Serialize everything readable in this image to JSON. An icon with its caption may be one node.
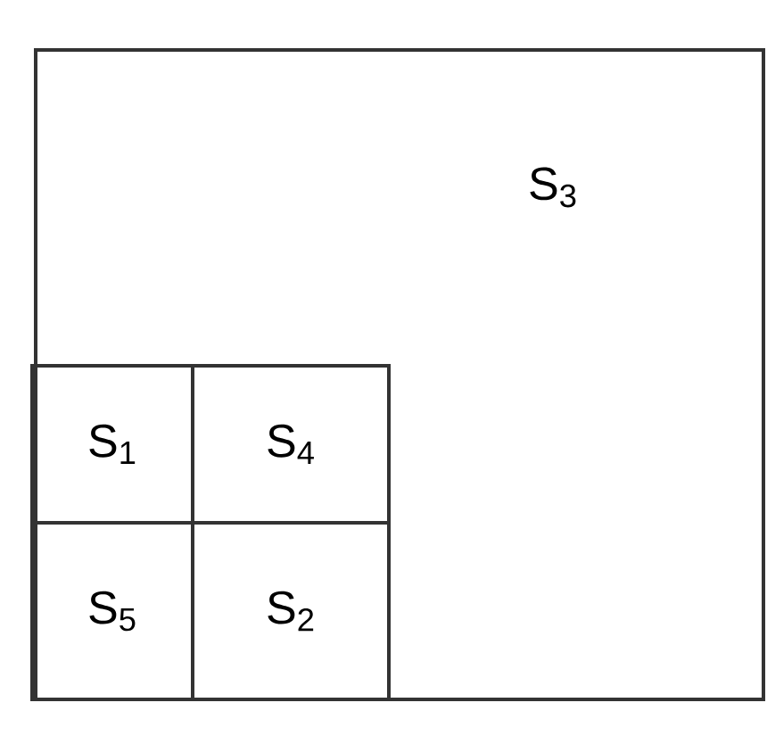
{
  "diagram": {
    "nodes": [
      {
        "text": [
          "S$_{3}$"
        ]
      },
      {
        "text": [
          "S$_{1}$"
        ],
        "in": 0
      },
      {
        "text": [
          "S$_{4}$"
        ],
        "in": 0
      },
      {
        "text": [
          "S$_{5}$"
        ],
        "in": 0
      },
      {
        "text": [
          "S$_{2}$"
        ],
        "in": 0
      }
    ]
  }
}
